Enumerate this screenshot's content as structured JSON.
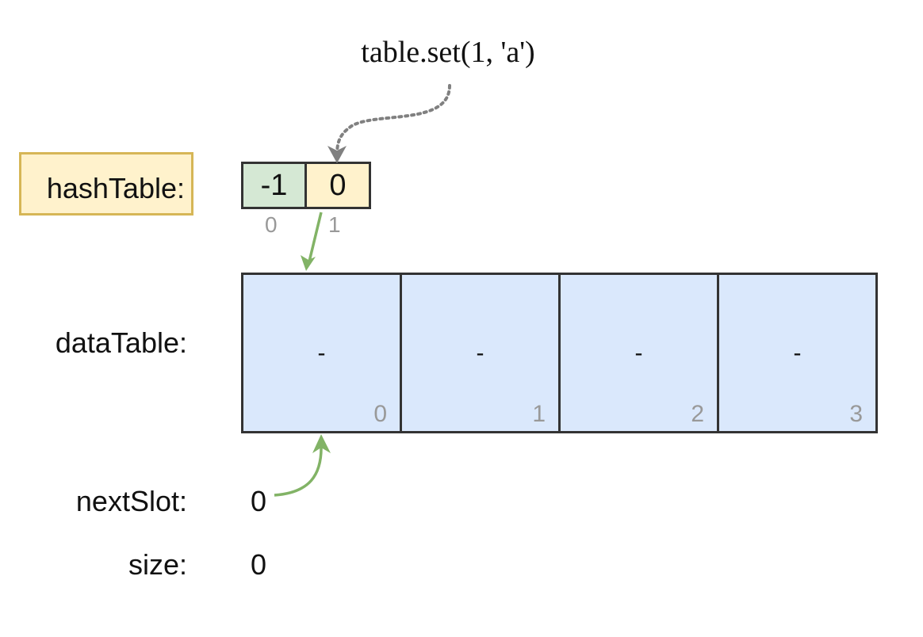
{
  "title": "table.set(1, 'a')",
  "hash_table": {
    "label": "hashTable:",
    "cells": [
      {
        "value": "-1",
        "index": "0"
      },
      {
        "value": "0",
        "index": "1"
      }
    ]
  },
  "data_table": {
    "label": "dataTable:",
    "cells": [
      {
        "value": "-",
        "index": "0"
      },
      {
        "value": "-",
        "index": "1"
      },
      {
        "value": "-",
        "index": "2"
      },
      {
        "value": "-",
        "index": "3"
      }
    ]
  },
  "next_slot": {
    "label": "nextSlot:",
    "value": "0"
  },
  "size": {
    "label": "size:",
    "value": "0"
  },
  "colors": {
    "hash_cell_0": "#d5e8d4",
    "hash_cell_1": "#fff2cc",
    "data_cell": "#dae8fc",
    "label_box_border": "#d6b656",
    "arrow_green": "#82b366",
    "arrow_gray": "#808080"
  }
}
